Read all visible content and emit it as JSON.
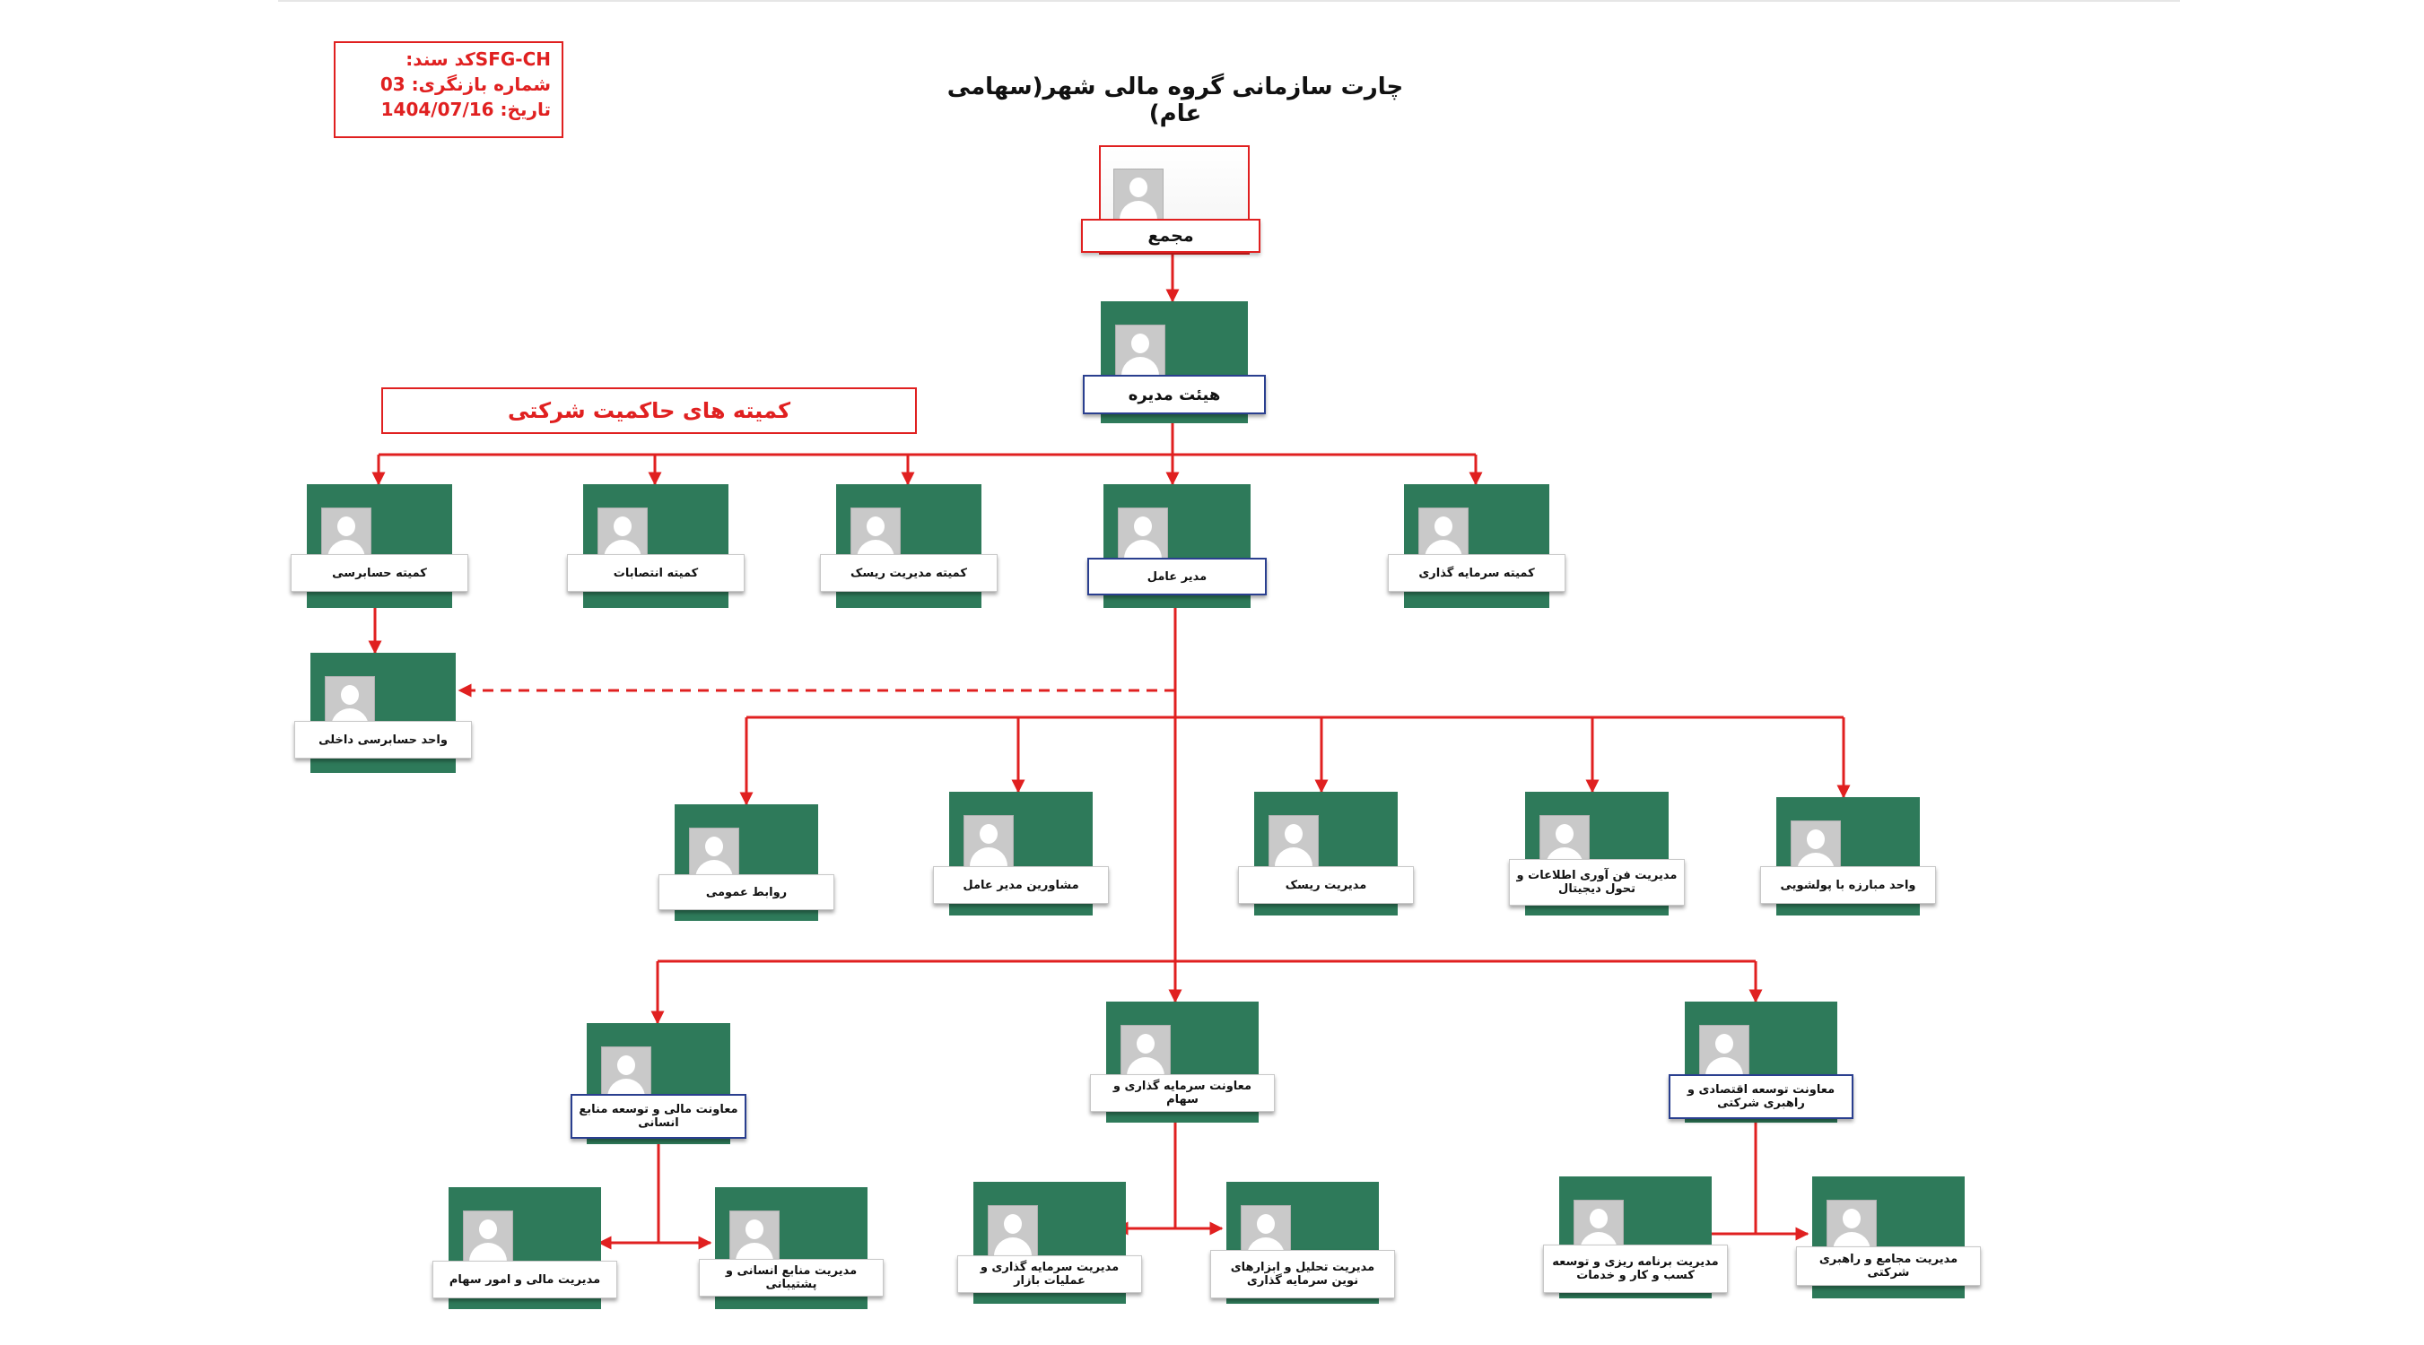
{
  "doc_info": {
    "line1": "SFG-CHکد سند:",
    "line2": "شماره بازنگری: 03",
    "line3": "تاریخ: 1404/07/16"
  },
  "chart_title": "چارت سازمانی گروه مالی شهر(سهامی عام)",
  "governance_label": "کمیته های حاکمیت شرکتی",
  "nodes": {
    "assembly": "مجمع",
    "board": "هیئت مدیره",
    "audit_committee": "کمیته حسابرسی",
    "appointments_committee": "کمیته انتصابات",
    "risk_committee": "کمیته مدیریت ریسک",
    "ceo": "مدیر عامل",
    "investment_committee": "کمیته سرمایه گذاری",
    "internal_audit": "واحد حسابرسی داخلی",
    "public_relations": "روابط عمومی",
    "ceo_advisors": "مشاورین مدیر عامل",
    "risk_management": "مدیریت ریسک",
    "it_digital": "مدیریت فن آوری اطلاعات و تحول دیجیتال",
    "aml_unit": "واحد مبارزه با پولشویی",
    "finance_hr_deputy": "معاونت مالی و توسعه منابع انسانی",
    "investment_deputy": "معاونت سرمایه گذاری و سهام",
    "economic_dev_deputy": "معاونت توسعه اقتصادی و راهبری شرکتی",
    "finance_shares": "مدیریت مالی و امور سهام",
    "hr_support": "مدیریت منابع انسانی و پشتیبانی",
    "investment_market_ops": "مدیریت سرمایه گذاری و عملیات بازار",
    "analysis_tools": "مدیریت تحلیل و ابزارهای نوین سرمایه گذاری",
    "planning_business_dev": "مدیریت برنامه ریزی و توسعه کسب و کار و خدمات",
    "assemblies_governance": "مدیریت مجامع و راهبری شرکتی"
  },
  "colors": {
    "card_green": "#2e7a5a",
    "connector_red": "#e02020",
    "label_border_blue": "#2a3f8f"
  },
  "icons": {
    "avatar": "person-placeholder-icon"
  }
}
